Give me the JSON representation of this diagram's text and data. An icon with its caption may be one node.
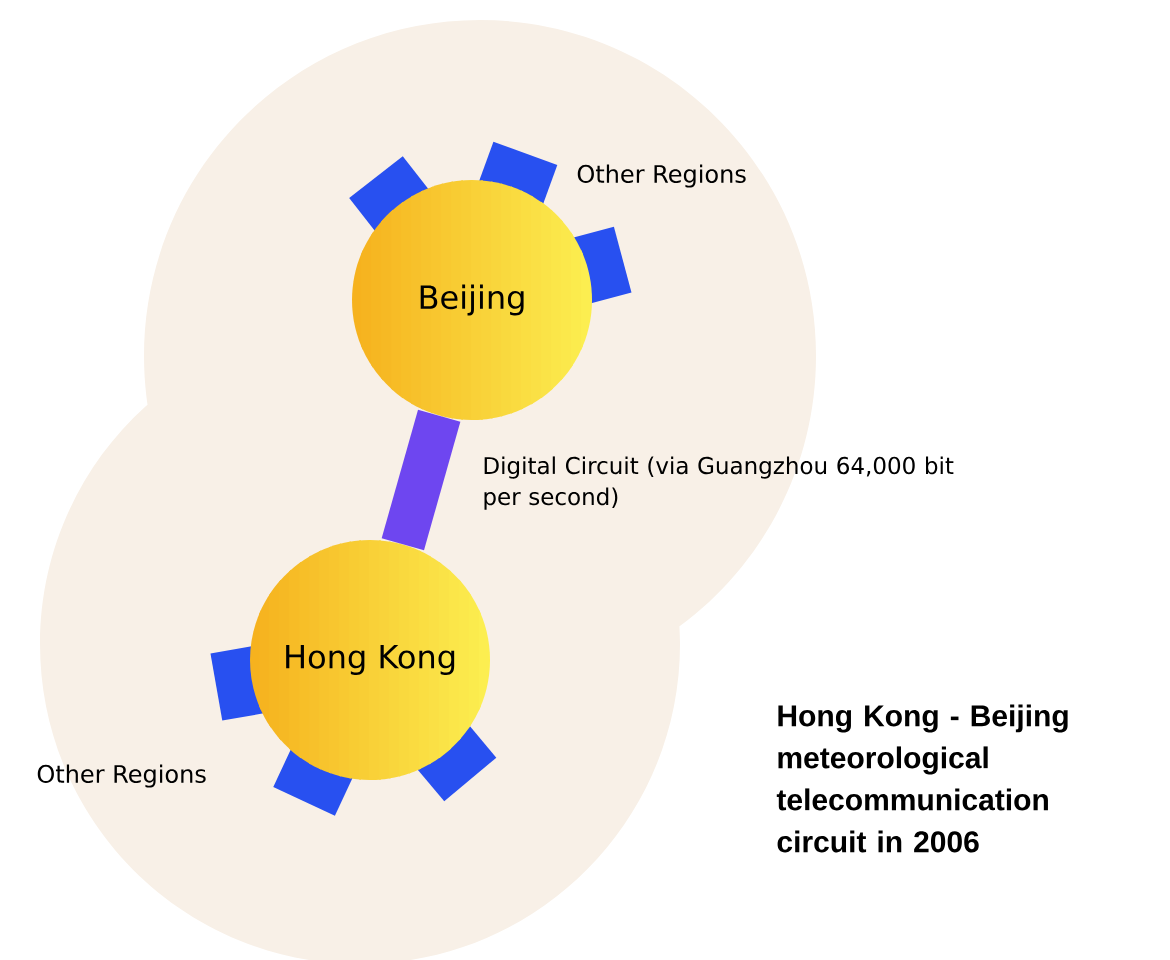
{
  "diagram": {
    "caption": "Hong Kong - Beijing meteorological telecommunication circuit in 2006",
    "nodes": [
      {
        "text": [
          "Beijing"
        ]
      },
      {
        "text": [
          "Hong Kong"
        ]
      }
    ],
    "edges": [
      {
        "from": 0,
        "to": 1,
        "arrow": "none",
        "label": "Digital Circuit (via Guangzhou 64,000 bit per second)"
      }
    ],
    "labels": [
      "Other Regions",
      "Other Regions"
    ]
  }
}
